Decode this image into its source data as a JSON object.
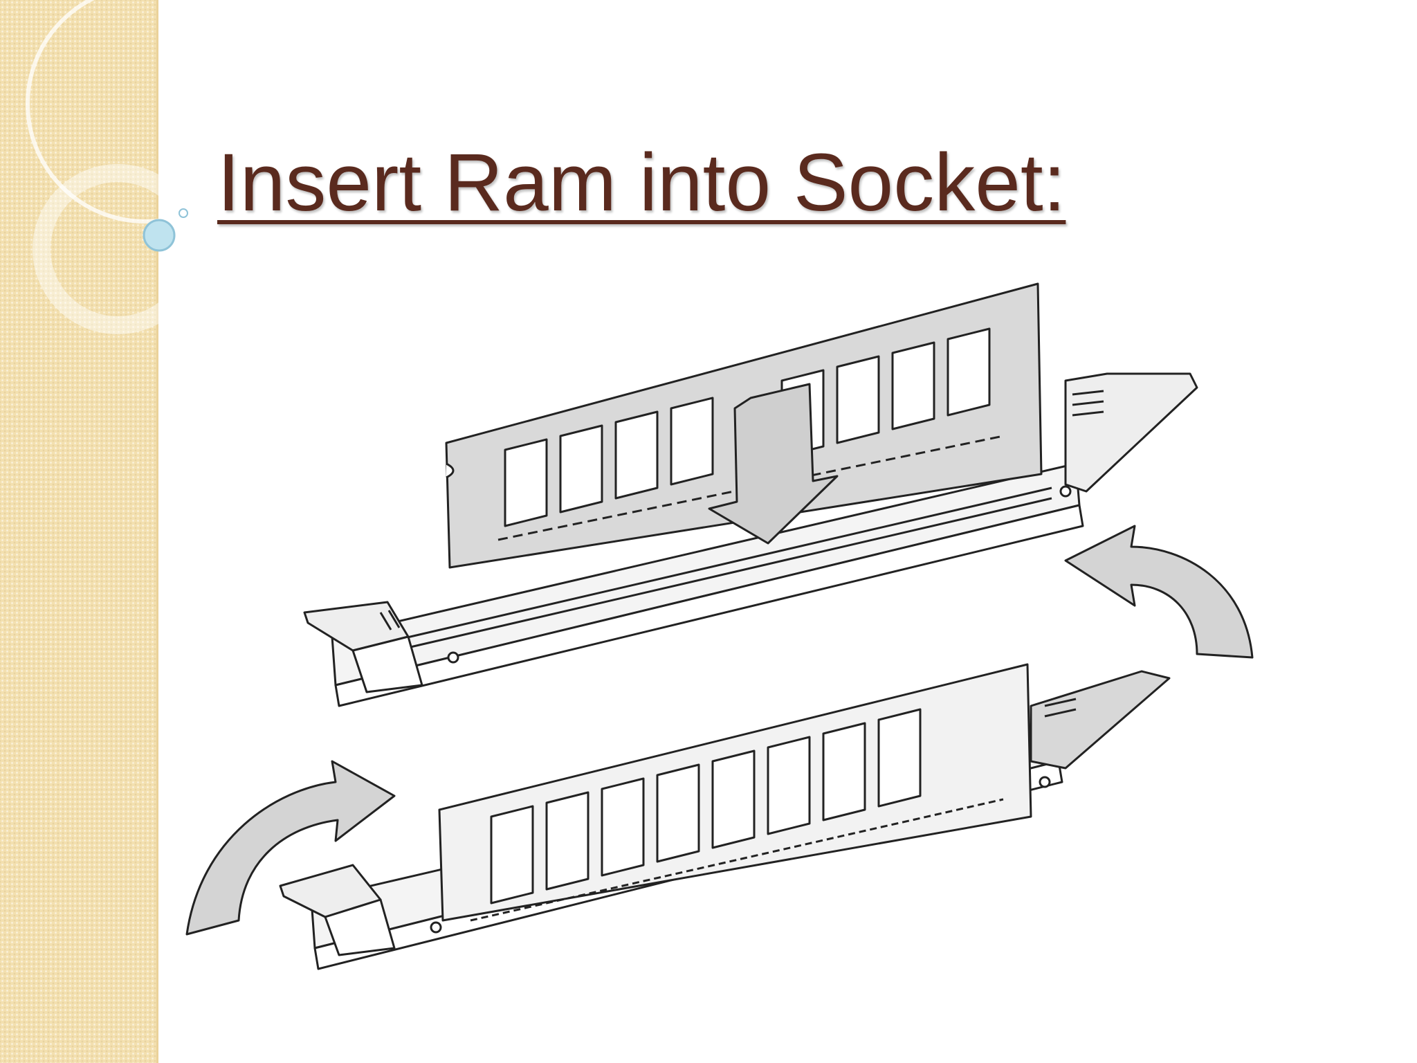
{
  "slide": {
    "title": "Insert Ram into Socket:"
  },
  "colors": {
    "title": "#5a2a1e",
    "side_panel": "#f3e0b0",
    "illustration_fill": "#d9d9d9",
    "illustration_stroke": "#222222",
    "arrow_fill": "#d4d4d4"
  },
  "figure": {
    "steps": [
      {
        "description_icon": "ram-module-inserting",
        "action": "down-arrow-icon"
      },
      {
        "description_icon": "ram-module-seated",
        "action": "clip-close-arrow-icons"
      }
    ]
  }
}
